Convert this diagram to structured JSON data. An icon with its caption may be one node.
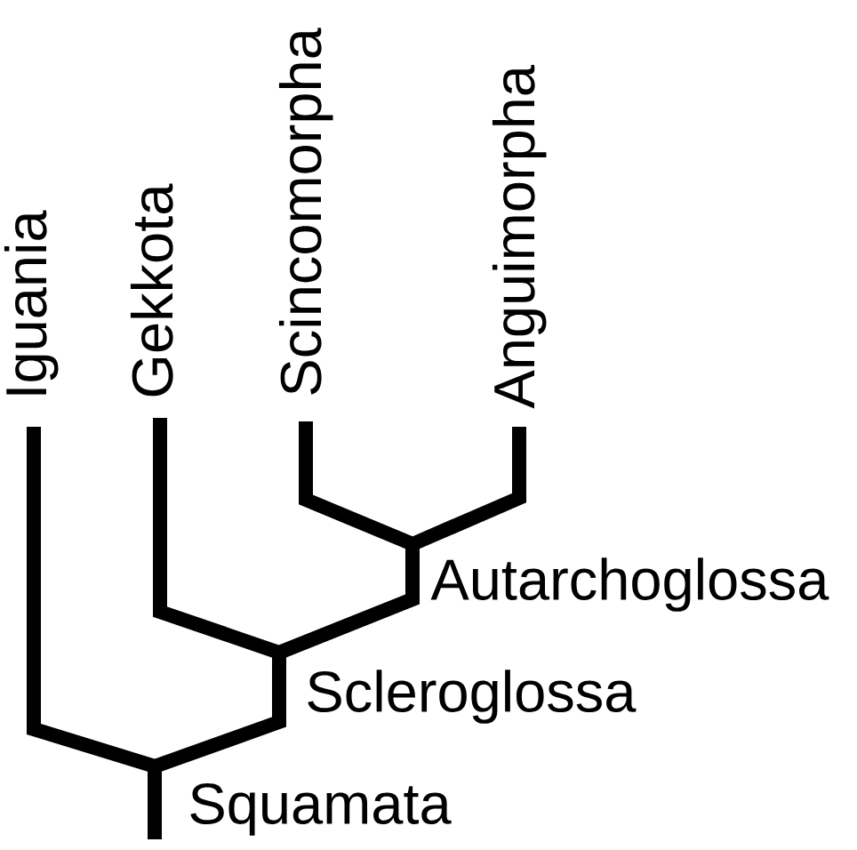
{
  "diagram": {
    "nodes": [
      {
        "text": [
          "Iguania"
        ]
      },
      {
        "text": [
          "Gekkota"
        ]
      },
      {
        "text": [
          "Scincomorpha"
        ]
      },
      {
        "text": [
          "Anguimorpha"
        ]
      },
      {
        "text": [
          "Autarchoglossa"
        ]
      },
      {
        "text": [
          "Scleroglossa"
        ]
      },
      {
        "text": [
          "Squamata"
        ]
      }
    ],
    "edges": [
      {
        "from": 6,
        "to": 0,
        "arrow": "none"
      },
      {
        "from": 6,
        "to": 5,
        "arrow": "none"
      },
      {
        "from": 5,
        "to": 1,
        "arrow": "none"
      },
      {
        "from": 5,
        "to": 4,
        "arrow": "none"
      },
      {
        "from": 4,
        "to": 2,
        "arrow": "none"
      },
      {
        "from": 4,
        "to": 3,
        "arrow": "none"
      },
      {
        "from": null,
        "to": 6,
        "arrow": "none"
      }
    ]
  }
}
